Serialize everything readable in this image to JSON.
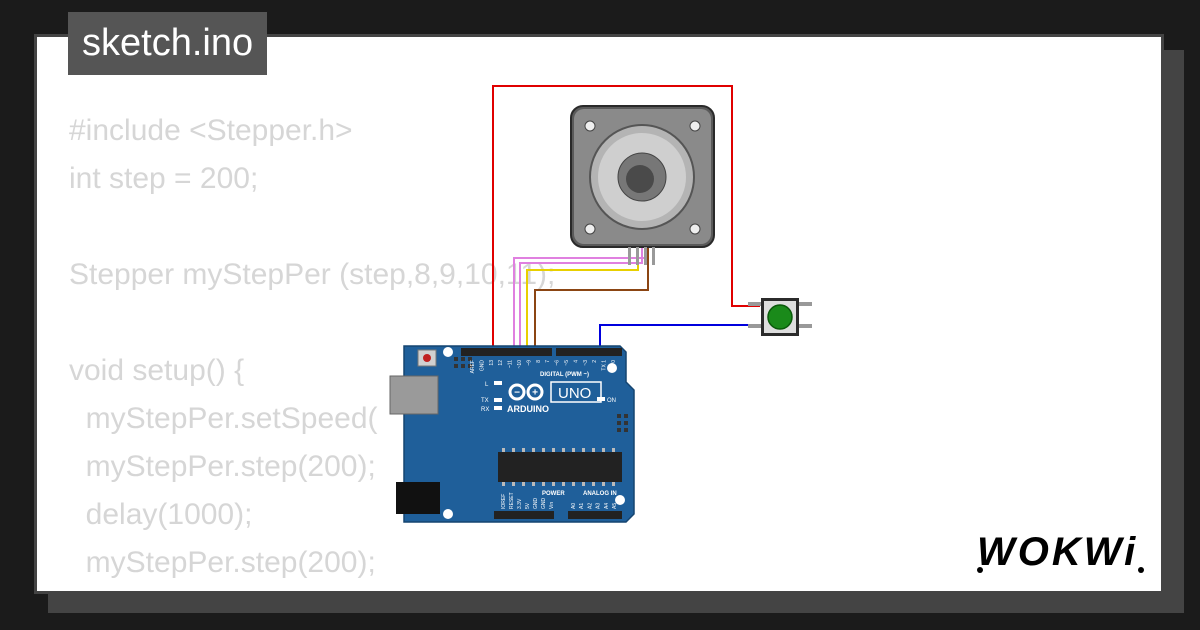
{
  "title": "sketch.ino",
  "code_lines": [
    "#include <Stepper.h>",
    "int step = 200;",
    "",
    "Stepper myStepPer (step,8,9,10,11);",
    "",
    "void setup() {",
    "  myStepPer.setSpeed(",
    "  myStepPer.step(200);",
    "  delay(1000);",
    "  myStepPer.step(200);"
  ],
  "arduino": {
    "brand": "ARDUINO",
    "model": "UNO",
    "digital_label": "DIGITAL (PWM ~)",
    "power_label": "POWER",
    "analog_label": "ANALOG IN",
    "on_label": "ON",
    "l_label": "L",
    "tx_label": "TX",
    "rx_label": "RX",
    "top_pins": [
      "AREF",
      "GND",
      "13",
      "12",
      "~11",
      "~10",
      "~9",
      "8",
      "7",
      "~6",
      "~5",
      "4",
      "~3",
      "2",
      "TX 1",
      "RX 0"
    ],
    "power_pins": [
      "IOREF",
      "RESET",
      "3.3V",
      "5V",
      "GND",
      "GND",
      "Vin"
    ],
    "analog_pins": [
      "A0",
      "A1",
      "A2",
      "A3",
      "A4",
      "A5"
    ]
  },
  "logo": "WOKWi",
  "colors": {
    "background": "#1b1b1b",
    "card": "#ffffff",
    "card_border": "#444444",
    "code_text": "#d6d6d6",
    "title_bg": "#555555",
    "board": "#1f5f9a",
    "wire_red": "#e00000",
    "wire_pink": "#e080e0",
    "wire_yellow": "#e8d000",
    "wire_brown": "#8b4513",
    "wire_blue": "#0000dd",
    "button_green": "#1a8a1a"
  }
}
